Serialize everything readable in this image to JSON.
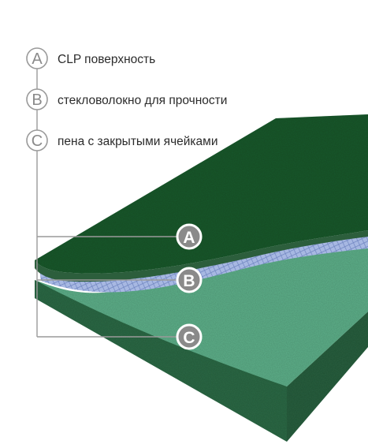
{
  "legend": [
    {
      "letter": "A",
      "label": "CLP поверхность"
    },
    {
      "letter": "B",
      "label": "стекловолокно для прочности"
    },
    {
      "letter": "C",
      "label": "пена с закрытыми ячейками"
    }
  ],
  "colors": {
    "top_surface": "#1d5a2f",
    "top_edge": "#2c5e3c",
    "fiberglass": "#8fa6d8",
    "foam_face": "#5fb08a",
    "foam_edge": "#2f6b46",
    "leader_line": "#9a9a9a",
    "badge_fill": "#8a8a8a"
  }
}
